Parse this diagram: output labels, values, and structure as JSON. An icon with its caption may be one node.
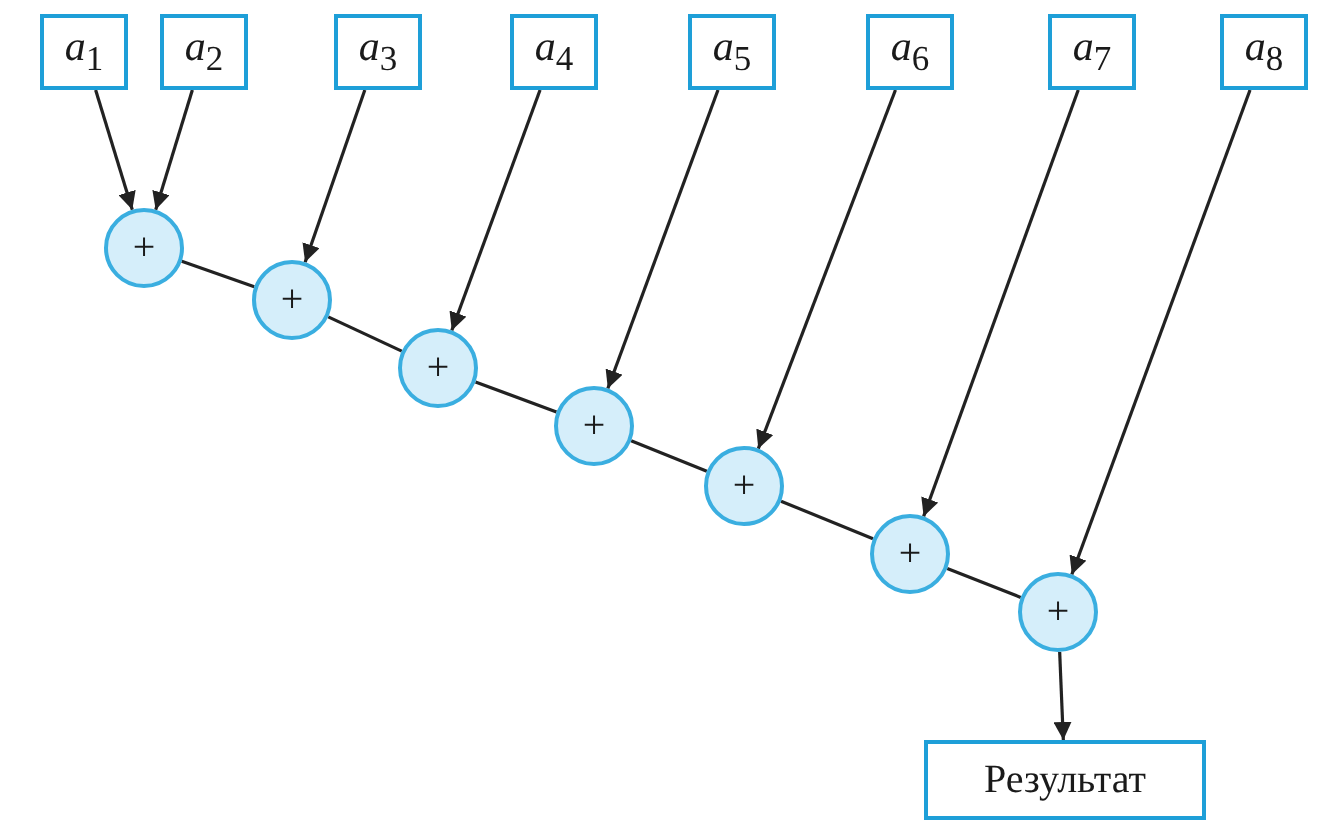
{
  "diagram": {
    "nodes": [
      {
        "text": [
          "*a*$_{1}$"
        ]
      },
      {
        "text": [
          "*a*$_{2}$"
        ]
      },
      {
        "text": [
          "*a*$_{3}$"
        ]
      },
      {
        "text": [
          "*a*$_{4}$"
        ]
      },
      {
        "text": [
          "*a*$_{5}$"
        ]
      },
      {
        "text": [
          "*a*$_{6}$"
        ]
      },
      {
        "text": [
          "*a*$_{7}$"
        ]
      },
      {
        "text": [
          "*a*$_{8}$"
        ]
      },
      {
        "text": [
          "+"
        ]
      },
      {
        "text": [
          "+"
        ]
      },
      {
        "text": [
          "+"
        ]
      },
      {
        "text": [
          "+"
        ]
      },
      {
        "text": [
          "+"
        ]
      },
      {
        "text": [
          "+"
        ]
      },
      {
        "text": [
          "+"
        ]
      },
      {
        "text": [
          "Результат"
        ]
      }
    ],
    "edges": [
      {
        "from": 0,
        "to": 8,
        "arrow": "to"
      },
      {
        "from": 1,
        "to": 8,
        "arrow": "to"
      },
      {
        "from": 2,
        "to": 9,
        "arrow": "to"
      },
      {
        "from": 3,
        "to": 10,
        "arrow": "to"
      },
      {
        "from": 4,
        "to": 11,
        "arrow": "to"
      },
      {
        "from": 5,
        "to": 12,
        "arrow": "to"
      },
      {
        "from": 6,
        "to": 13,
        "arrow": "to"
      },
      {
        "from": 7,
        "to": 14,
        "arrow": "to"
      },
      {
        "from": 8,
        "to": 9,
        "arrow": "none"
      },
      {
        "from": 9,
        "to": 10,
        "arrow": "none"
      },
      {
        "from": 10,
        "to": 11,
        "arrow": "none"
      },
      {
        "from": 11,
        "to": 12,
        "arrow": "none"
      },
      {
        "from": 12,
        "to": 13,
        "arrow": "none"
      },
      {
        "from": 13,
        "to": 14,
        "arrow": "none"
      },
      {
        "from": 14,
        "to": 15,
        "arrow": "to"
      }
    ]
  }
}
